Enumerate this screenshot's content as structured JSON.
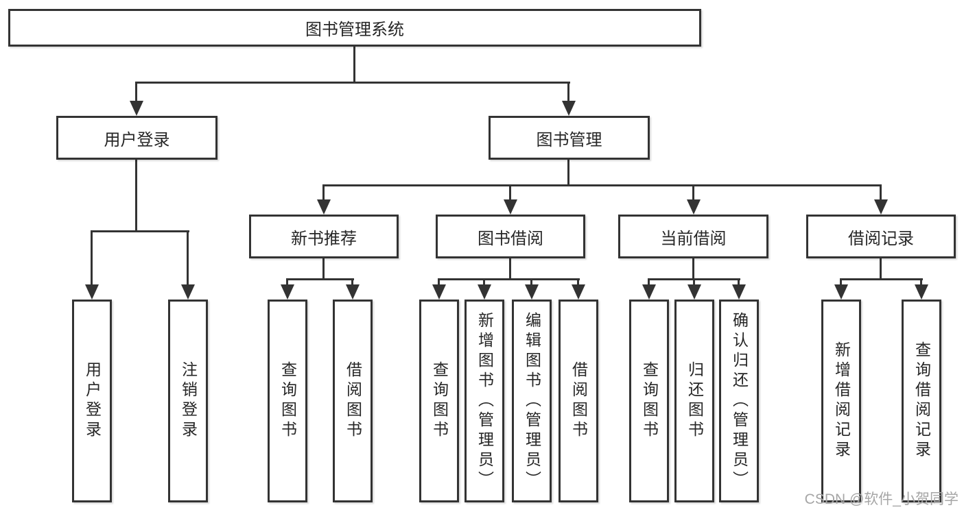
{
  "diagram": {
    "root": {
      "label": "图书管理系统"
    },
    "level2": {
      "user_login": {
        "label": "用户登录"
      },
      "book_management": {
        "label": "图书管理"
      }
    },
    "level3": {
      "new_book_recommend": {
        "label": "新书推荐"
      },
      "book_borrow": {
        "label": "图书借阅"
      },
      "current_borrow": {
        "label": "当前借阅"
      },
      "borrow_record": {
        "label": "借阅记录"
      }
    },
    "leaves": {
      "user_login": [
        {
          "label": "用户登录"
        },
        {
          "label": "注销登录"
        }
      ],
      "new_book_recommend": [
        {
          "label": "查询图书"
        },
        {
          "label": "借阅图书"
        }
      ],
      "book_borrow": [
        {
          "label": "查询图书"
        },
        {
          "label": "新增图书（管理员）"
        },
        {
          "label": "编辑图书（管理员）"
        },
        {
          "label": "借阅图书"
        }
      ],
      "current_borrow": [
        {
          "label": "查询图书"
        },
        {
          "label": "归还图书"
        },
        {
          "label": "确认归还（管理员）"
        }
      ],
      "borrow_record": [
        {
          "label": "新增借阅记录"
        },
        {
          "label": "查询借阅记录"
        }
      ]
    },
    "colors": {
      "line": "#333333",
      "box_border": "#333333",
      "text": "#262626",
      "background": "#ffffff",
      "watermark": "#a6a6a6"
    }
  },
  "watermark": {
    "text": "CSDN @软件_小贺同学"
  }
}
